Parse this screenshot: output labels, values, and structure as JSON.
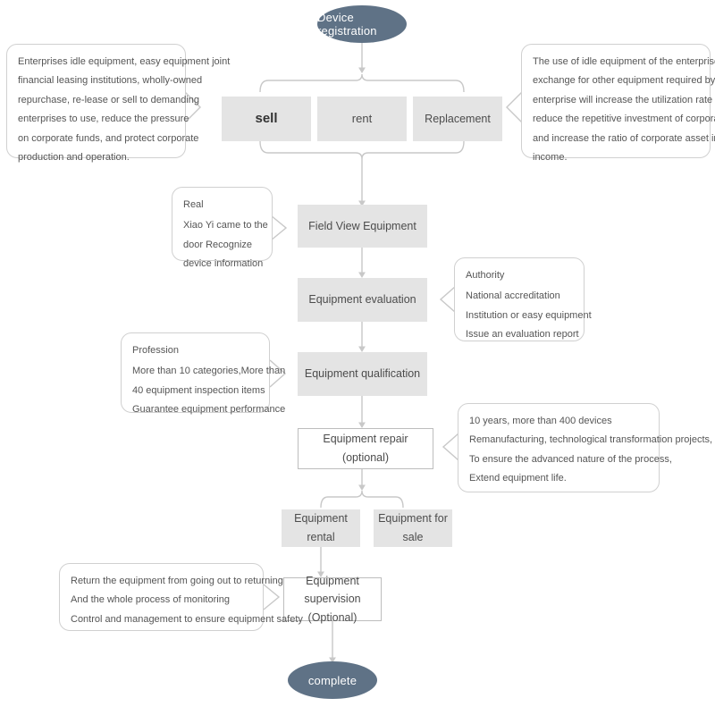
{
  "colors": {
    "terminator_fill": "#5f7286",
    "process_fill": "#e4e4e4",
    "connector": "#c8c8c8",
    "note_border": "#d0d0d0",
    "text": "#4c4c4c"
  },
  "flow": {
    "start": {
      "label": "Device registration"
    },
    "end": {
      "label": "complete"
    },
    "options": [
      {
        "label": "sell"
      },
      {
        "label": "rent"
      },
      {
        "label": "Replacement"
      }
    ],
    "steps": [
      {
        "label": "Field View Equipment"
      },
      {
        "label": "Equipment evaluation"
      },
      {
        "label": "Equipment qualification"
      },
      {
        "label": "Equipment repair (optional)"
      }
    ],
    "outcomes": [
      {
        "label": "Equipment  rental"
      },
      {
        "label": "Equipment for sale"
      }
    ],
    "supervision": {
      "line1": "Equipment supervision",
      "line2": "(Optional)"
    }
  },
  "notes": {
    "sell_note": {
      "lines": [
        "Enterprises idle equipment, easy equipment joint",
        "financial leasing institutions, wholly-owned",
        "repurchase, re-lease or sell to demanding",
        "enterprises to use, reduce the pressure",
        "on corporate funds, and protect corporate",
        " production and operation."
      ]
    },
    "replacement_note": {
      "lines": [
        "The use of idle equipment of the enterprise in",
        "exchange for other equipment required by the",
        "enterprise will increase the utilization rate of assets,",
        "reduce the repetitive investment of corporate assets,",
        "and increase the ratio of corporate asset investment",
        "income."
      ]
    },
    "real_note": {
      "title": "Real",
      "lines": [
        "Xiao Yi came to the",
        "  door  Recognize",
        "device information"
      ]
    },
    "authority_note": {
      "title": "Authority",
      "lines": [
        "National accreditation",
        "Institution or easy equipment",
        "Issue an evaluation report"
      ]
    },
    "profession_note": {
      "title": "Profession",
      "lines": [
        "More than 10 categories,More than",
        "40  equipment inspection items",
        "Guarantee equipment performance"
      ]
    },
    "repair_note": {
      "lines": [
        "10 years, more than 400 devices",
        "Remanufacturing, technological transformation projects,",
        "To ensure the advanced nature of the process,",
        "Extend equipment life."
      ]
    },
    "supervision_note": {
      "lines": [
        "Return the equipment from going out to returning",
        "And the whole process of monitoring",
        "Control and management to ensure equipment safety"
      ]
    }
  }
}
